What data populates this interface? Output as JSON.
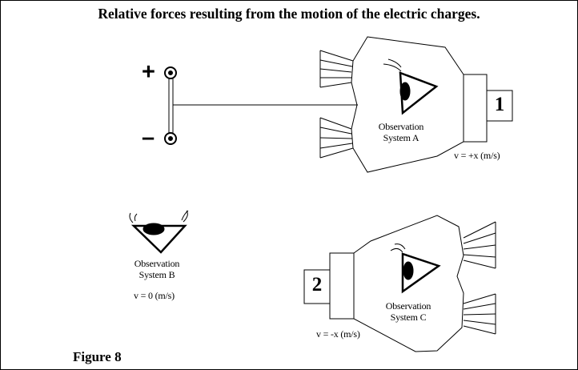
{
  "title": "Relative forces resulting from the motion of the electric charges.",
  "figure_label": "Figure 8",
  "charges": {
    "positive": "+",
    "negative": "–"
  },
  "system_a": {
    "label_line1": "Observation",
    "label_line2": "System A",
    "velocity": "v = +x (m/s)",
    "box_number": "1"
  },
  "system_b": {
    "label_line1": "Observation",
    "label_line2": "System B",
    "velocity": "v = 0 (m/s)"
  },
  "system_c": {
    "label_line1": "Observation",
    "label_line2": "System C",
    "velocity": "v = -x (m/s)",
    "box_number": "2"
  }
}
